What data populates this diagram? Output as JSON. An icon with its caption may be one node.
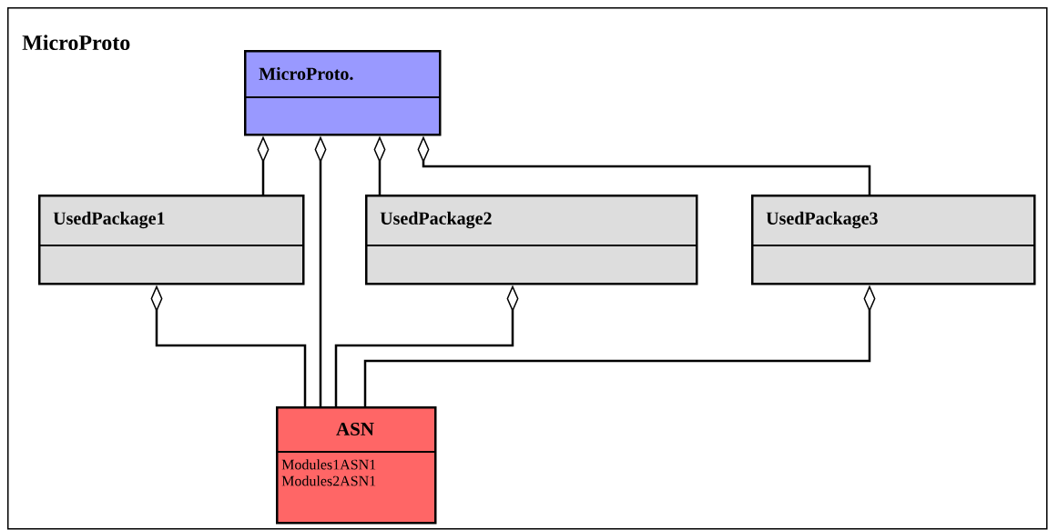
{
  "diagram": {
    "nodes": [
      {
        "text": [
          "MicroProto"
        ]
      },
      {
        "text": [
          "MicroProto."
        ],
        "in": 0
      },
      {
        "text": [
          "UsedPackage1"
        ],
        "in": 0
      },
      {
        "text": [
          "UsedPackage2"
        ],
        "in": 0
      },
      {
        "text": [
          "UsedPackage3"
        ],
        "in": 0
      },
      {
        "text": [
          "ASN",
          "Modules1ASN1",
          "Modules2ASN1"
        ],
        "in": 0
      }
    ],
    "edges": [
      {
        "from": 2,
        "to": 1,
        "arrow": "other"
      },
      {
        "from": 5,
        "to": 1,
        "arrow": "other"
      },
      {
        "from": 3,
        "to": 1,
        "arrow": "other"
      },
      {
        "from": 4,
        "to": 1,
        "arrow": "other"
      },
      {
        "from": 5,
        "to": 2,
        "arrow": "other"
      },
      {
        "from": 5,
        "to": 3,
        "arrow": "other"
      },
      {
        "from": 5,
        "to": 4,
        "arrow": "other"
      }
    ]
  }
}
